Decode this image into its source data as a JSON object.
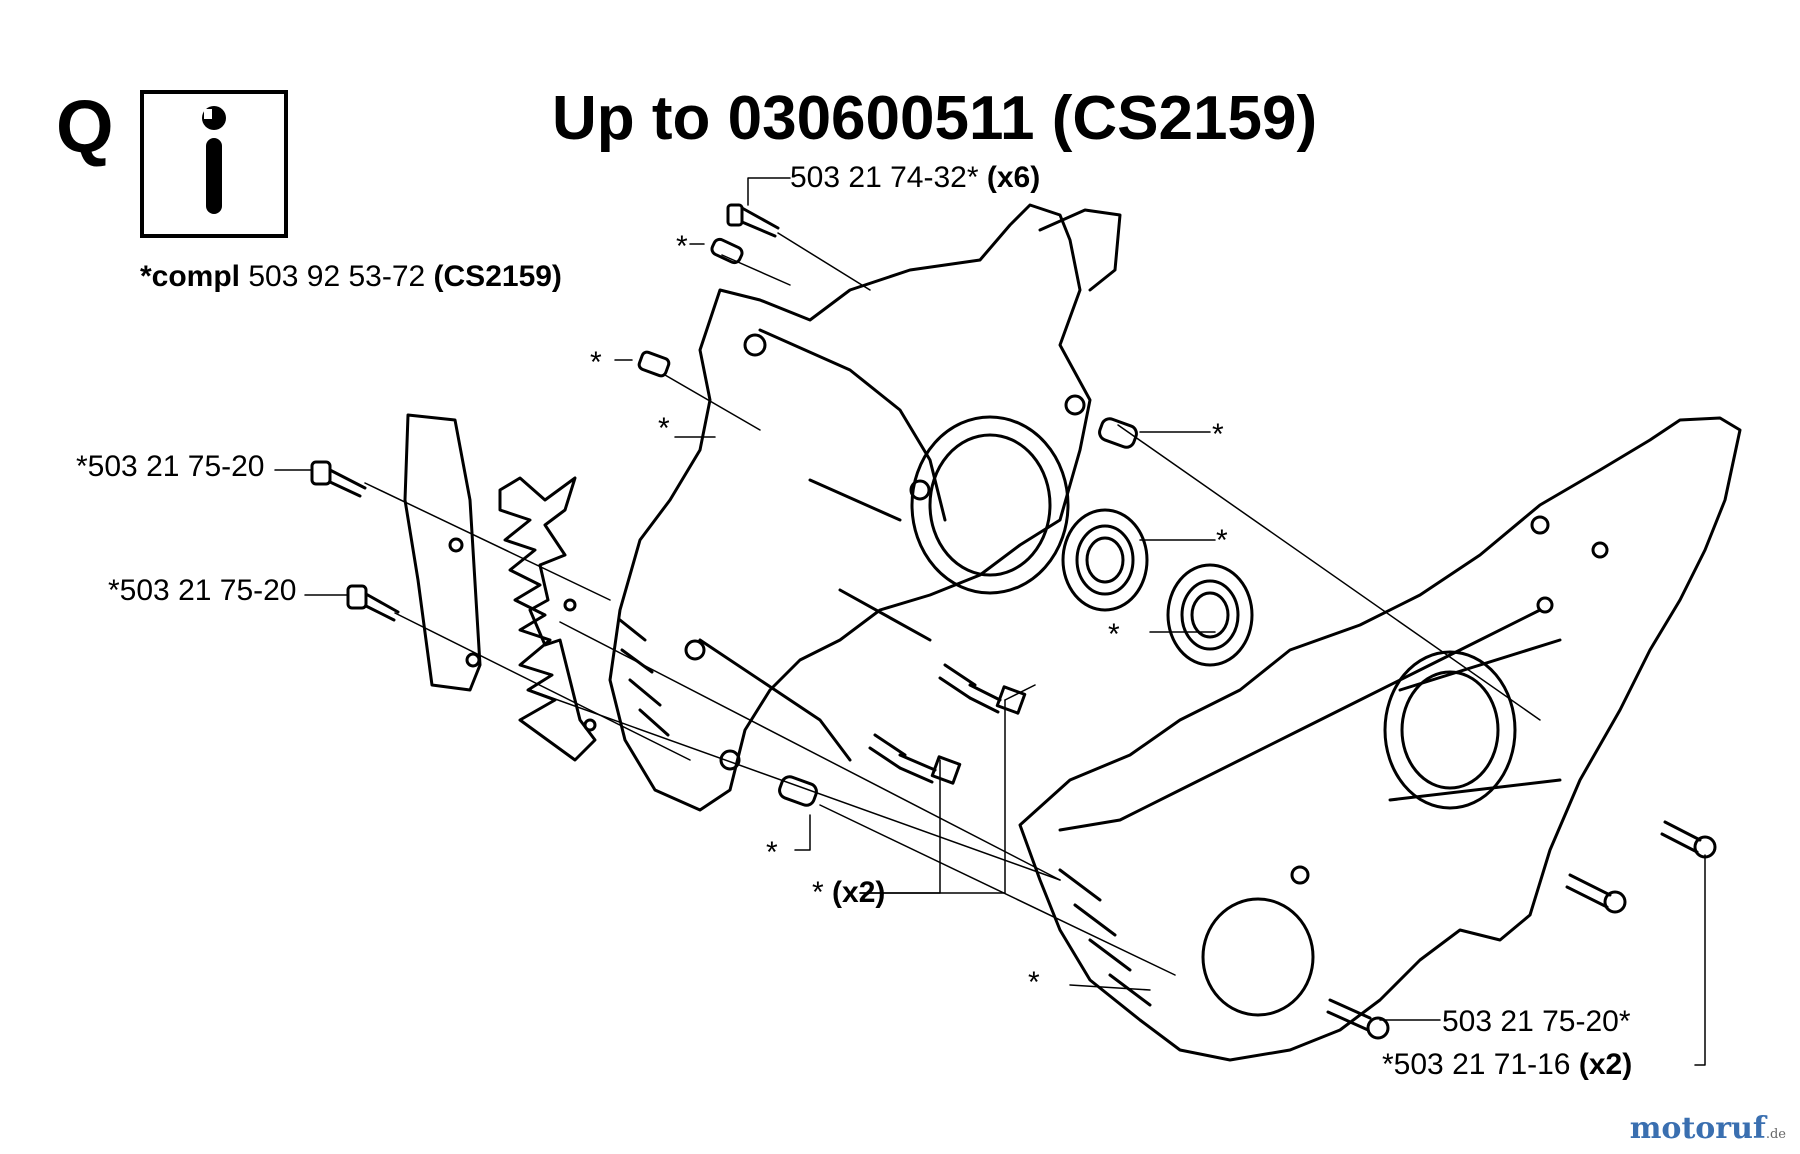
{
  "section_letter": "Q",
  "title": "Up to 030600511  (CS2159)",
  "info_icon": "wrench-info-icon",
  "kit_note": {
    "prefix": "*compl",
    "part": " 503 92 53-72 ",
    "model": "(CS2159)"
  },
  "callouts": {
    "top_screw": {
      "part": "503 21 74-32*",
      "qty": " (x6)"
    },
    "star_pin_top": "*",
    "star_filter": "*",
    "star_body": "*",
    "left_screw_1": "*503 21 75-20",
    "left_screw_2": "*503 21 75-20",
    "star_right_pin": "*",
    "star_bearing_1": "*",
    "star_bearing_2": "*",
    "star_lower_pin": "*",
    "x2_label": {
      "star": "* ",
      "qty": "(x2)"
    },
    "star_cover": "*",
    "right_screw": "503 21 75-20*",
    "right_screw_2": {
      "part": "*503 21 71-16 ",
      "qty": "(x2)"
    }
  },
  "watermark": {
    "brand": "motoruf",
    "tld": ".de"
  }
}
